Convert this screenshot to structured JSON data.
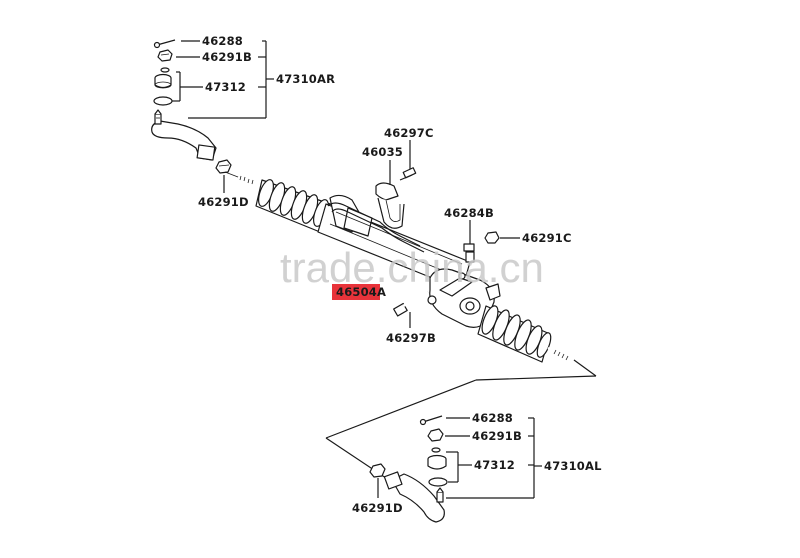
{
  "watermark": "trade.china.cn",
  "callouts": {
    "upper_cotter_pin": "46288",
    "upper_nut": "46291B",
    "upper_boot_kit": "47312",
    "upper_assembly": "47310AR",
    "upper_lock_nut": "46291D",
    "clamp_bolt": "46297C",
    "mount_bracket": "46035",
    "right_bushing": "46284B",
    "right_nut": "46291C",
    "gear_assembly": "46504A",
    "gear_bolt": "46297B",
    "lower_cotter_pin": "46288",
    "lower_nut": "46291B",
    "lower_boot_kit": "47312",
    "lower_assembly": "47310AL",
    "lower_lock_nut": "46291D"
  },
  "colors": {
    "highlight": "#e8333a",
    "lines": "#1a1a1a",
    "watermark": "#c9c9c9"
  }
}
